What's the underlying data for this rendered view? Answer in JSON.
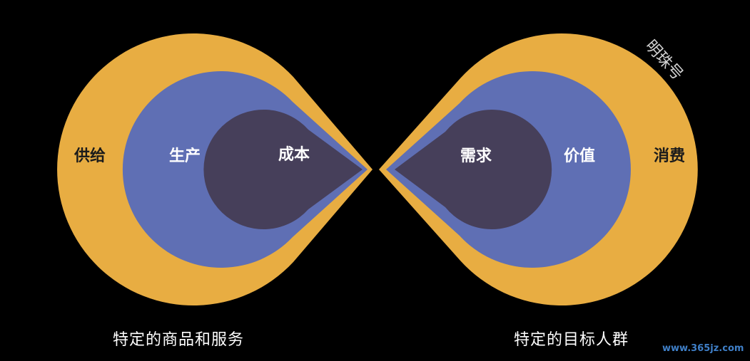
{
  "colors": {
    "background": "#000000",
    "outer_ring": "#e8ad42",
    "middle_ring": "#5f6fb4",
    "inner_core": "#463f5a",
    "dark_text": "#1b1b1b",
    "light_text": "#ffffff"
  },
  "left_group": {
    "outer_label": "供给",
    "middle_label": "生产",
    "inner_label": "成本",
    "caption": "特定的商品和服务"
  },
  "right_group": {
    "outer_label": "消费",
    "middle_label": "价值",
    "inner_label": "需求",
    "caption": "特定的目标人群"
  },
  "watermark": "明珠号",
  "site_mark": "www.365jz.com"
}
